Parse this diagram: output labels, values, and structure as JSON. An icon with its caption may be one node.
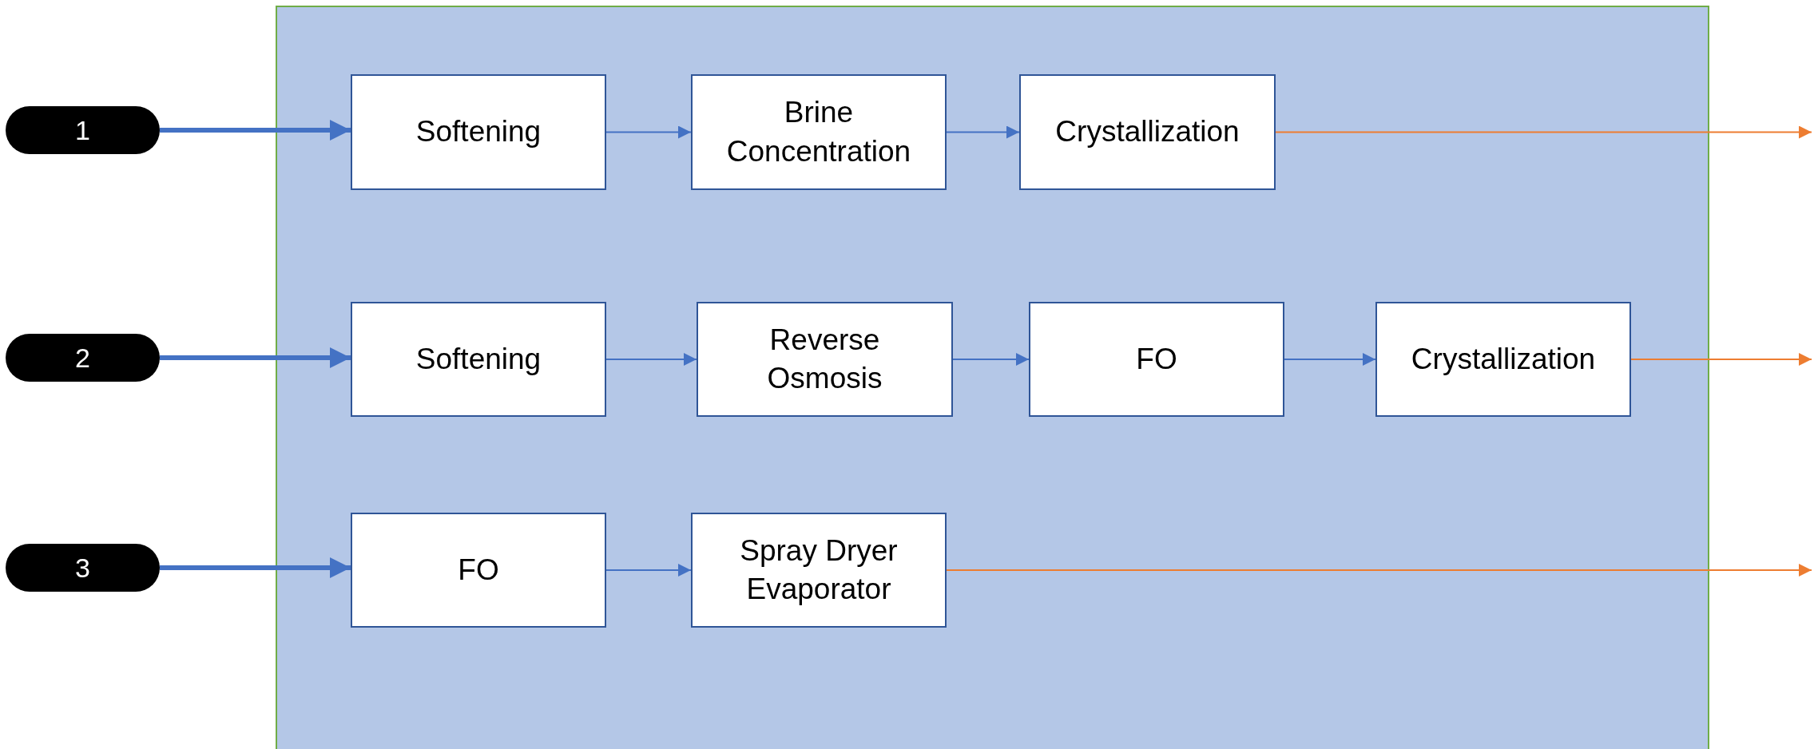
{
  "diagram": {
    "nodes": [
      {
        "text": [],
        "shape": "box"
      },
      {
        "text": [
          "1"
        ]
      },
      {
        "text": [
          "2"
        ]
      },
      {
        "text": [
          "3"
        ]
      },
      {
        "text": [
          "Softening"
        ],
        "in": 0
      },
      {
        "text": [
          "Brine Concentration"
        ],
        "in": 0
      },
      {
        "text": [
          "Crystallization"
        ],
        "in": 0
      },
      {
        "text": [
          "Softening"
        ],
        "in": 0
      },
      {
        "text": [
          "Reverse Osmosis"
        ],
        "in": 0
      },
      {
        "text": [
          "FO"
        ],
        "in": 0
      },
      {
        "text": [
          "Crystallization"
        ],
        "in": 0
      },
      {
        "text": [
          "FO"
        ],
        "in": 0
      },
      {
        "text": [
          "Spray Dryer Evaporator"
        ],
        "in": 0
      }
    ],
    "edges": [
      {
        "from": 1,
        "to": 4,
        "arrow": "to",
        "style": "thick"
      },
      {
        "from": 4,
        "to": 5,
        "arrow": "to"
      },
      {
        "from": 5,
        "to": 6,
        "arrow": "to"
      },
      {
        "from": 6,
        "to": null,
        "arrow": "to",
        "color": "#ed7d31"
      },
      {
        "from": 2,
        "to": 7,
        "arrow": "to",
        "style": "thick"
      },
      {
        "from": 7,
        "to": 8,
        "arrow": "to"
      },
      {
        "from": 8,
        "to": 9,
        "arrow": "to"
      },
      {
        "from": 9,
        "to": 10,
        "arrow": "to"
      },
      {
        "from": 10,
        "to": null,
        "arrow": "to",
        "color": "#ed7d31"
      },
      {
        "from": 3,
        "to": 11,
        "arrow": "to",
        "style": "thick"
      },
      {
        "from": 11,
        "to": 12,
        "arrow": "to"
      },
      {
        "from": 12,
        "to": null,
        "arrow": "to",
        "color": "#ed7d31"
      }
    ]
  }
}
